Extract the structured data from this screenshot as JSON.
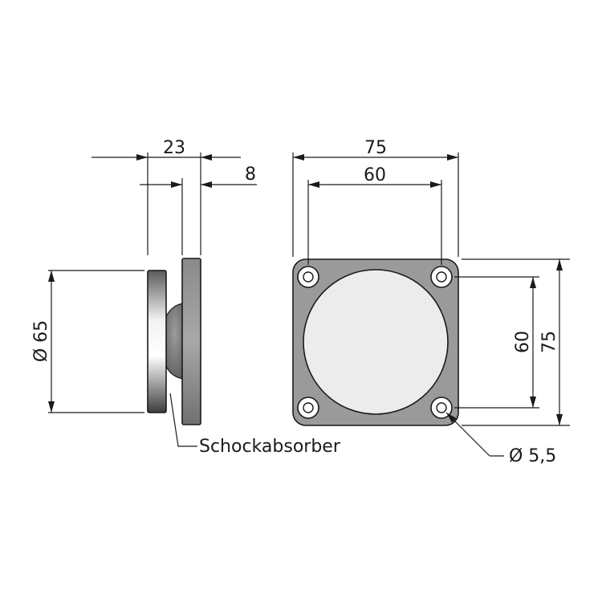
{
  "drawing": {
    "side_view": {
      "dim_total_depth": "23",
      "dim_plate_thickness": "8",
      "dim_diameter": "Ø 65",
      "callout_label": "Schockabsorber"
    },
    "front_view": {
      "dim_outer_width": "75",
      "dim_hole_spacing_width": "60",
      "dim_hole_spacing_height": "60",
      "dim_outer_height": "75",
      "dim_hole_diameter": "Ø 5,5"
    },
    "colors": {
      "plate_gray": "#9a9a9a",
      "disc_light": "#ececec",
      "line": "#1a1a1a"
    }
  }
}
